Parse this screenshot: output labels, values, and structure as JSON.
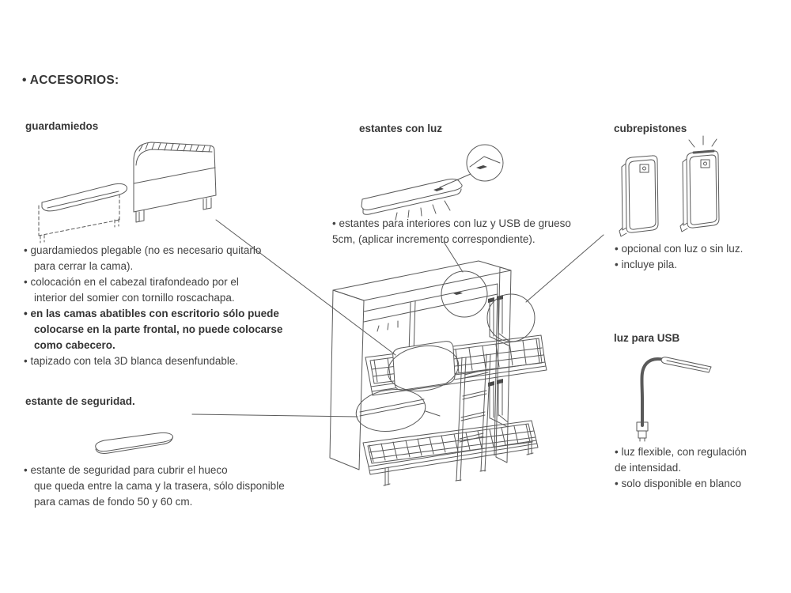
{
  "page": {
    "title": "• ACCESORIOS:",
    "background": "#ffffff",
    "text_color": "#3e3e3e",
    "line_color": "#5a5a5a"
  },
  "sections": {
    "guardamiedos": {
      "heading": "guardamiedos",
      "lines": [
        "• guardamiedos plegable (no es necesario quitarlo",
        "para cerrar la cama).",
        "• colocación en el cabezal tirafondeado por el",
        "interior del somier con tornillo roscachapa.",
        "• en las camas abatibles con escritorio sólo puede",
        "colocarse en la parte frontal, no puede colocarse",
        "como cabecero.",
        "• tapizado con tela 3D blanca desenfundable."
      ]
    },
    "estante_seguridad": {
      "heading": "estante de seguridad.",
      "lines": [
        "• estante de seguridad para cubrir el hueco",
        "que queda entre la cama y la trasera, sólo disponible",
        "para camas de fondo 50 y 60 cm."
      ]
    },
    "estantes_luz": {
      "heading": "estantes con luz",
      "lines": [
        "• estantes para interiores con luz y USB de grueso",
        "5cm, (aplicar incremento correspondiente)."
      ]
    },
    "cubrepistones": {
      "heading": "cubrepistones",
      "lines": [
        "• opcional con luz o sin luz.",
        "• incluye pila."
      ]
    },
    "luz_usb": {
      "heading": "luz para USB",
      "lines": [
        "• luz flexible, con regulación",
        "de intensidad.",
        "• solo disponible en blanco"
      ]
    }
  }
}
